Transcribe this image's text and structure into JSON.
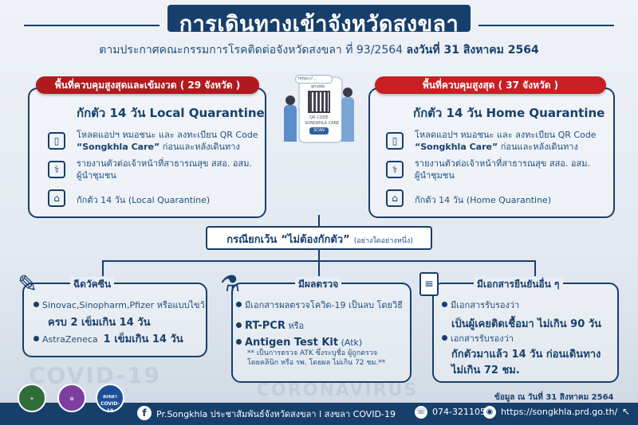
{
  "header": {
    "title": "การเดินทางเข้าจังหวัดสงขลา",
    "subtitle_plain": "ตามประกาศคณะกรรมการโรคติดต่อจังหวัดสงขลา ที่ 93/2564 ",
    "subtitle_bold": "ลงวันที่ 31 สิงหาคม 2564"
  },
  "left_panel": {
    "badge": "พื้นที่ควบคุมสูงสุดและเข้มงวด ( 29 จังหวัด )",
    "title": "กักตัว 14 วัน Local Quarantine",
    "item1_line1": "โหลดแอปฯ หมอชนะ และ ลงทะเบียน QR Code",
    "item1_bold": "“Songkhla Care”",
    "item1_line2": " ก่อนและหลังเดินทาง",
    "item2_line1": "รายงานตัวต่อเจ้าหน้าที่สาธารณสุข สสอ. อสม.",
    "item2_line2": "ผู้นำชุมชน",
    "item3": "กักตัว 14 วัน (Local Quarantine)"
  },
  "right_panel": {
    "badge": "พื้นที่ควบคุมสูงสุด ( 37 จังหวัด )",
    "title": "กักตัว 14 วัน Home Quarantine",
    "item1_line1": "โหลดแอปฯ หมอชนะ และ ลงทะเบียน QR Code",
    "item1_bold": "“Songkhla Care”",
    "item1_line2": " ก่อนและหลังเดินทาง",
    "item2_line1": "รายงานตัวต่อเจ้าหน้าที่สาธารณสุข สสอ. อสม.",
    "item2_line2": "ผู้นำชุมชน",
    "item3": "กักตัว 14 วัน (Home Quarantine)"
  },
  "phone": {
    "url": "https://...",
    "screen_title": "qrcode",
    "scan_text": "QR CODE",
    "app_name": "SONGKHLA CARE",
    "button": "SCAN"
  },
  "exception": {
    "title": "กรณียกเว้น",
    "title_quote": "“ไม่ต้องกักตัว”",
    "note": "(อย่างใดอย่างหนึ่ง)"
  },
  "vaccine": {
    "title": "ฉีดวัคซีน",
    "item1": "Sinovac,Sinopharm,Pfizer หรือแบบไขว้",
    "item1_bold": "ครบ 2 เข็มเกิน 14 วัน",
    "item2": "AstraZeneca",
    "item2_bold": "1 เข็มเกิน 14 วัน"
  },
  "test": {
    "title": "มีผลตรวจ",
    "intro": "มีเอกสารผลตรวจโควิด-19 เป็นลบ โดยวิธี",
    "item1_bold": "RT-PCR",
    "item1_rest": " หรือ",
    "item2_bold": "Antigen Test Kit",
    "item2_rest": " (Atk)",
    "note_line1": "** เป็นการตรวจ ATK ซึ่งระบุชื่อ ผู้ถูกตรวจ",
    "note_line2": "โดยคลินิก หรือ รพ. โดยผล ไม่เกิน 72 ชม.**"
  },
  "docs": {
    "title": "มีเอกสารยืนยันอื่น ๆ",
    "item1": "มีเอกสารรับรองว่า",
    "item1_bold": "เป็นผู้เคยติดเชื้อมา ไม่เกิน 90 วัน",
    "item2": "เอกสารรับรองว่า",
    "item2_bold_line1": "กักตัวมาแล้ว 14 วัน ก่อนเดินทาง",
    "item2_bold_line2": "ไม่เกิน 72 ชม."
  },
  "watermarks": [
    "COVID-19",
    "CORONAVIRUS"
  ],
  "footer": {
    "date_note": "ข้อมูล ณ วันที่ 31 สิงหาคม 2564",
    "facebook": "Pr.Songkhla",
    "page_name": "ประชาสัมพันธ์จังหวัดสงขลา",
    "separator": "l",
    "covid_page": "สงขลา COVID-19",
    "phone": "074-321105",
    "website": "https://songkhla.prd.go.th/",
    "seal3_text": "สงขลา COVID-19"
  },
  "colors": {
    "navy": "#173f6b",
    "red": "#c81f24",
    "text": "#1f4f80"
  }
}
